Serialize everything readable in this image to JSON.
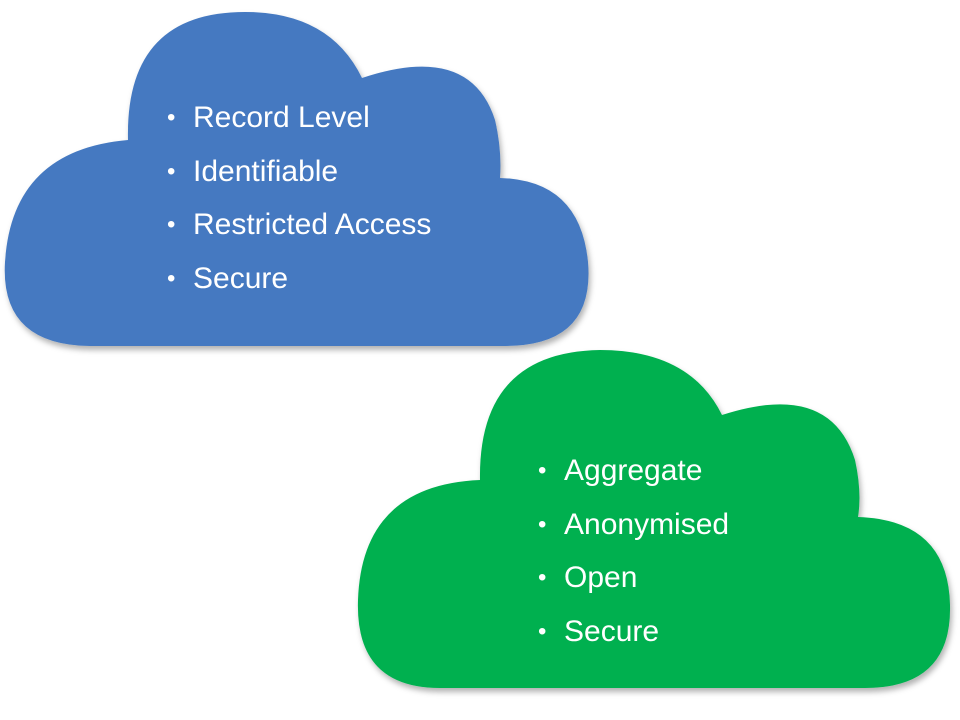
{
  "clouds": [
    {
      "fill": "#4479C1",
      "items": [
        "Record Level",
        "Identifiable",
        "Restricted Access",
        "Secure"
      ]
    },
    {
      "fill": "#00B050",
      "items": [
        "Aggregate",
        "Anonymised",
        "Open",
        "Secure"
      ]
    }
  ]
}
